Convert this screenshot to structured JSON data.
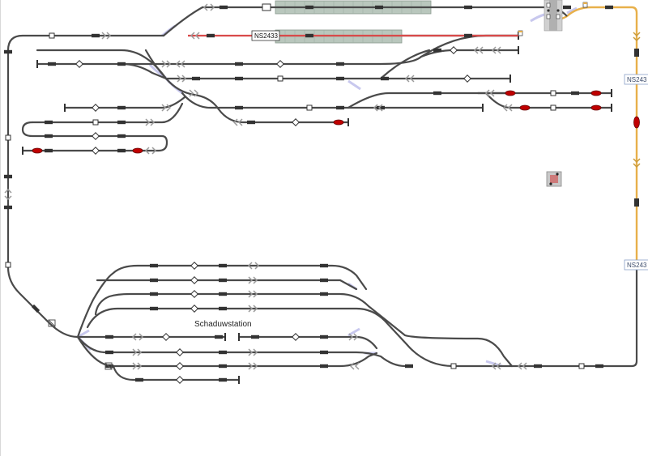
{
  "layout": {
    "station_label": "Schaduwstation",
    "train_label": "NS2433",
    "edge_label_1": "NS243",
    "edge_label_2": "NS243"
  },
  "colors": {
    "track": "#4a4a4a",
    "occupied": "#d94a4a",
    "route": "#e8b04a",
    "switch_leg": "#c8c8ee",
    "platform": "#b9c7bd",
    "signal_red": "#c00000",
    "sensor": "#333333"
  },
  "icons": {
    "switch": "double-chevron-icon",
    "block_marker": "white-diamond-icon",
    "sensor": "rectangle-icon",
    "signal": "red-ellipse-icon",
    "crossing": "level-crossing-icon",
    "buffer": "buffer-stop-icon"
  }
}
